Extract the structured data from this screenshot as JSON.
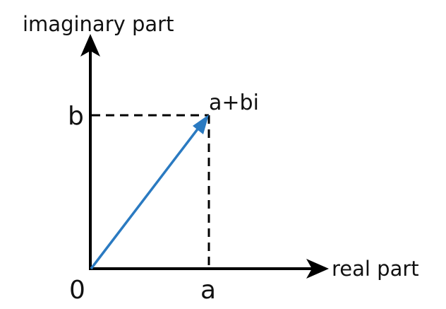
{
  "labels": {
    "y_axis": "imaginary part",
    "x_axis": "real part",
    "point": "a+bi",
    "origin": "0",
    "x_tick": "a",
    "y_tick": "b"
  },
  "colors": {
    "vector": "#2a7ac1",
    "axis": "#000000"
  },
  "icons": {
    "y_arrow": "arrowhead-up-icon",
    "x_arrow": "arrowhead-right-icon",
    "vector_arrow": "arrowhead-icon"
  }
}
